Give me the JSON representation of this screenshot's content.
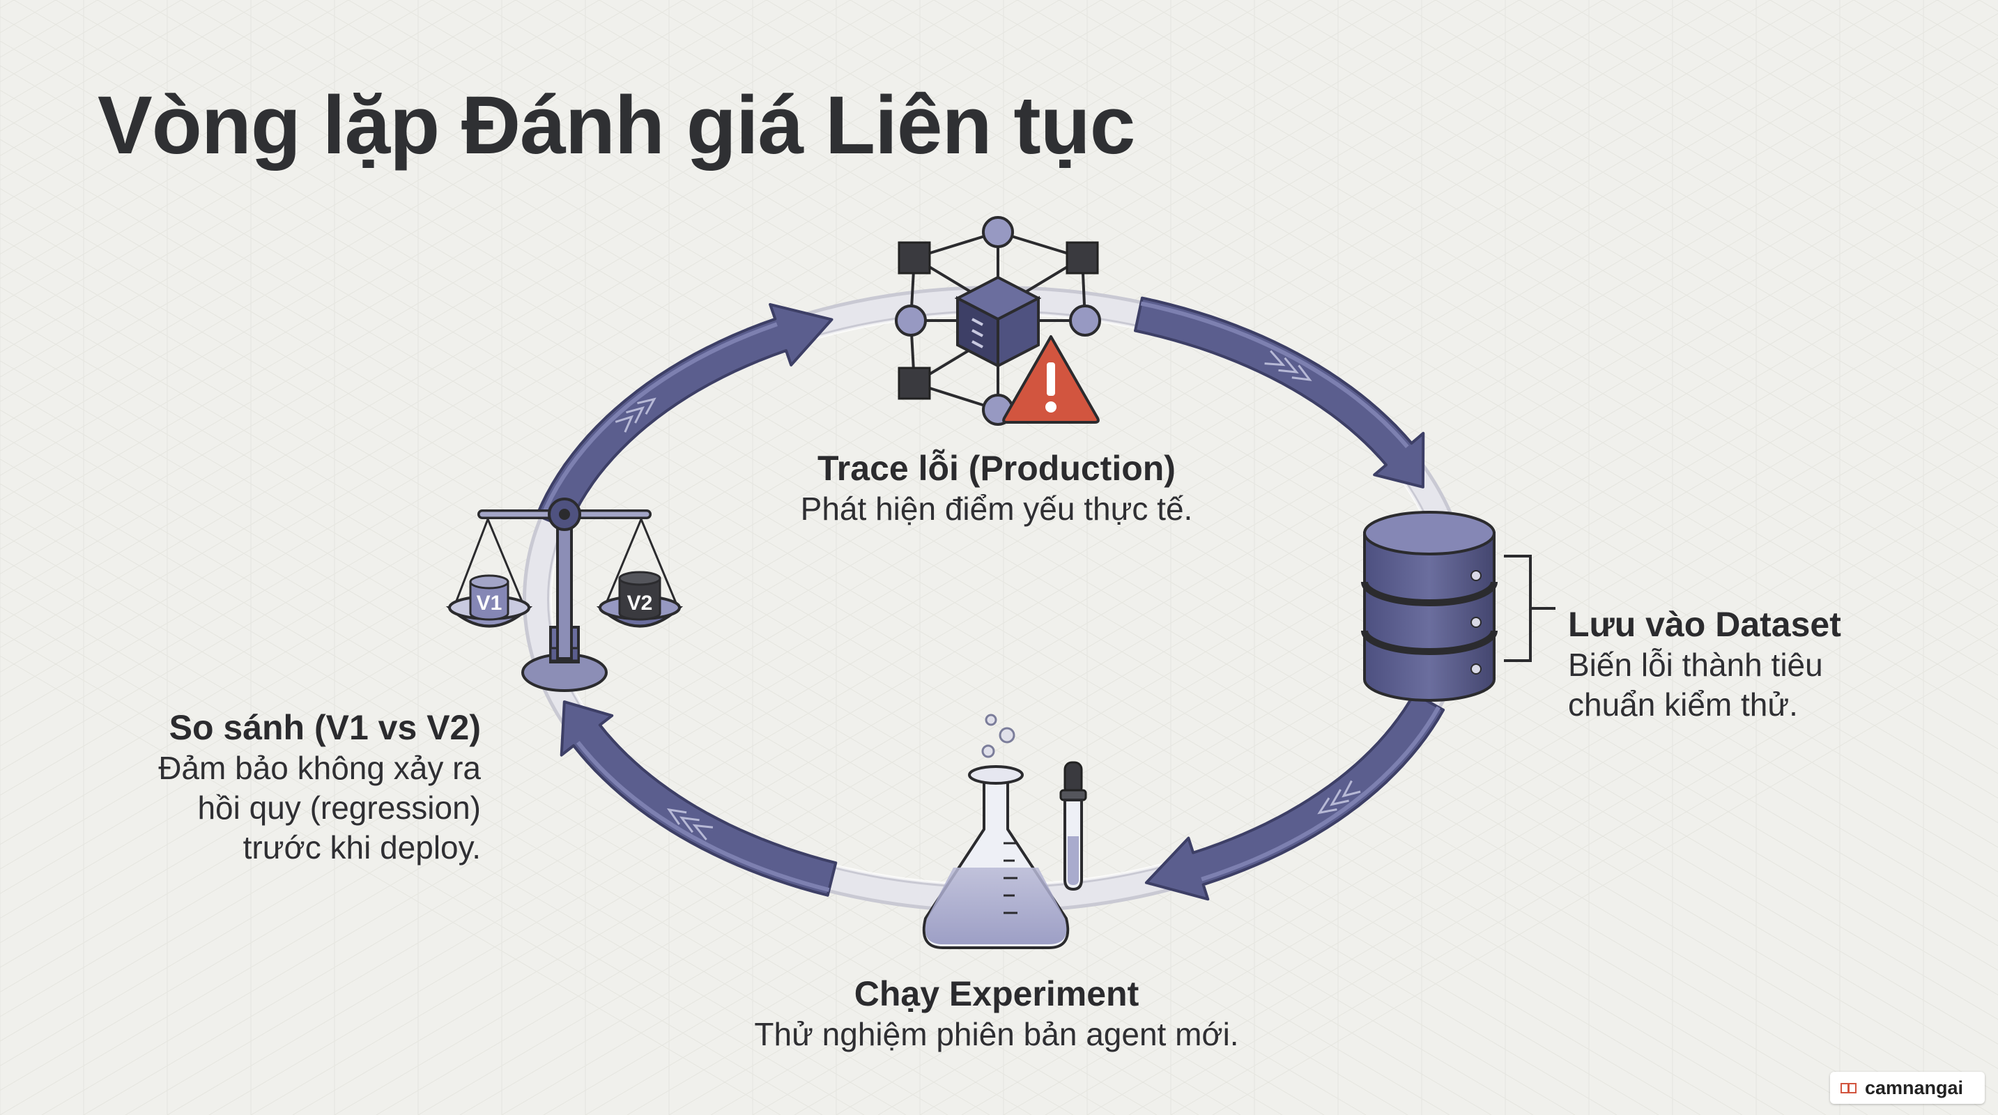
{
  "title": "Vòng lặp Đánh giá Liên tục",
  "steps": {
    "trace": {
      "heading": "Trace lỗi (Production)",
      "description": "Phát hiện điểm yếu thực tế."
    },
    "dataset": {
      "heading": "Lưu vào Dataset",
      "description_lines": [
        "Biến lỗi thành tiêu",
        "chuẩn kiểm thử."
      ]
    },
    "experiment": {
      "heading": "Chạy Experiment",
      "description": "Thử nghiệm phiên bản agent mới."
    },
    "compare": {
      "heading": "So sánh (V1 vs V2)",
      "description_lines": [
        "Đảm bảo không xảy ra",
        "hồi quy (regression)",
        "trước khi deploy."
      ]
    }
  },
  "scale_labels": {
    "left": "V1",
    "right": "V2"
  },
  "watermark": {
    "text": "camnangai"
  },
  "icons": [
    "network-cube-icon",
    "warning-icon",
    "database-icon",
    "flask-icon",
    "dropper-icon",
    "balance-scale-icon",
    "cycle-arrow-icon"
  ],
  "colors": {
    "background": "#f0f0ec",
    "arrow": "#5b5e8e",
    "arrow_dark": "#3d3f66",
    "ring": "#d6d6df",
    "icon_dark": "#2b2b2e",
    "icon_mid": "#5b5e8e",
    "warning": "#d2553f"
  }
}
